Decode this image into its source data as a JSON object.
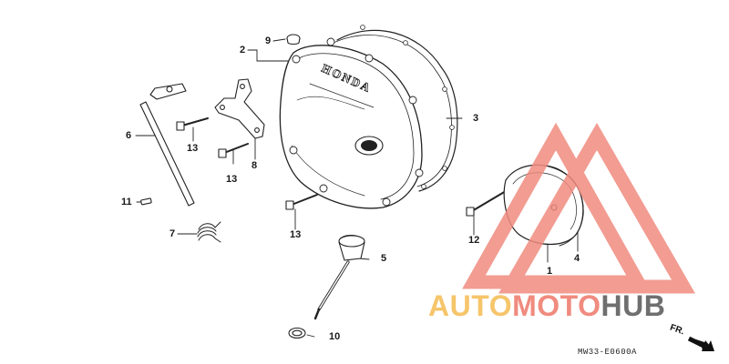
{
  "diagram": {
    "emblem_text": "HONDA",
    "code": "MW33-E0600A",
    "direction": "FR.",
    "labels": {
      "p1": "1",
      "p2": "2",
      "p3": "3",
      "p4": "4",
      "p5": "5",
      "p6": "6",
      "p7": "7",
      "p8": "8",
      "p9": "9",
      "p10": "10",
      "p11": "11",
      "p12": "12",
      "p13a": "13",
      "p13b": "13",
      "p13c": "13"
    }
  },
  "watermark": {
    "part1": "AUTO",
    "part2": "MOTO",
    "part3": "HUB",
    "colors": {
      "part1": "#f6c56a",
      "part2": "#f08b7f",
      "part3": "#6f6f6f",
      "triangle": "#f08b7f"
    }
  }
}
